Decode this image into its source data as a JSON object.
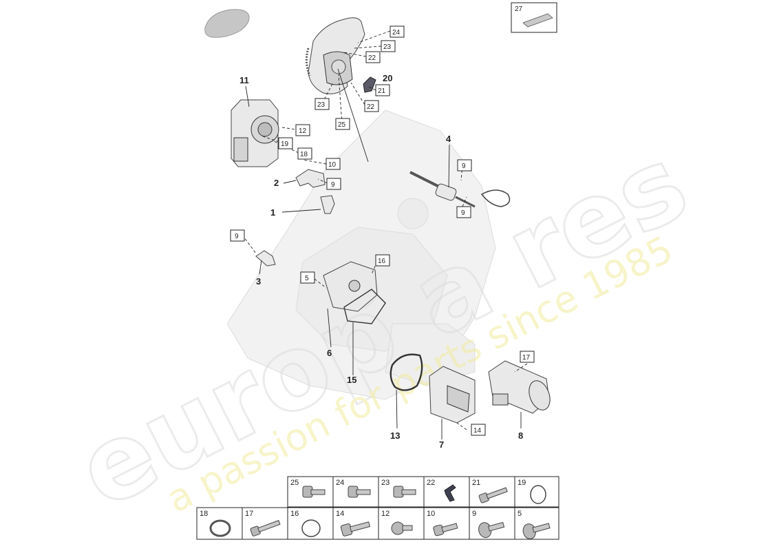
{
  "watermark": {
    "brand": "europ a res",
    "slogan": "a passion for parts since 1985"
  },
  "callouts": [
    {
      "id": "c1",
      "text": "1",
      "style": "bold"
    },
    {
      "id": "c2",
      "text": "2",
      "style": "bold"
    },
    {
      "id": "c3",
      "text": "3",
      "style": "bold"
    },
    {
      "id": "c4",
      "text": "4",
      "style": "bold"
    },
    {
      "id": "c5",
      "text": "5",
      "style": "box"
    },
    {
      "id": "c6",
      "text": "6",
      "style": "bold"
    },
    {
      "id": "c7",
      "text": "7",
      "style": "bold"
    },
    {
      "id": "c8",
      "text": "8",
      "style": "bold"
    },
    {
      "id": "c9a",
      "text": "9",
      "style": "box"
    },
    {
      "id": "c9b",
      "text": "9",
      "style": "box"
    },
    {
      "id": "c9c",
      "text": "9",
      "style": "box"
    },
    {
      "id": "c9d",
      "text": "9",
      "style": "box"
    },
    {
      "id": "c10",
      "text": "10",
      "style": "box"
    },
    {
      "id": "c11",
      "text": "11",
      "style": "bold"
    },
    {
      "id": "c12",
      "text": "12",
      "style": "box"
    },
    {
      "id": "c13",
      "text": "13",
      "style": "bold"
    },
    {
      "id": "c14",
      "text": "14",
      "style": "box"
    },
    {
      "id": "c15",
      "text": "15",
      "style": "bold"
    },
    {
      "id": "c16",
      "text": "16",
      "style": "box"
    },
    {
      "id": "c17",
      "text": "17",
      "style": "box"
    },
    {
      "id": "c18",
      "text": "18",
      "style": "box"
    },
    {
      "id": "c19",
      "text": "19",
      "style": "box"
    },
    {
      "id": "c20",
      "text": "20",
      "style": "bold"
    },
    {
      "id": "c21",
      "text": "21",
      "style": "box"
    },
    {
      "id": "c22a",
      "text": "22",
      "style": "box"
    },
    {
      "id": "c22b",
      "text": "22",
      "style": "box"
    },
    {
      "id": "c23a",
      "text": "23",
      "style": "box"
    },
    {
      "id": "c23b",
      "text": "23",
      "style": "box"
    },
    {
      "id": "c24",
      "text": "24",
      "style": "box"
    },
    {
      "id": "c25",
      "text": "25",
      "style": "box"
    },
    {
      "id": "c27",
      "text": "27",
      "style": "box"
    }
  ],
  "hardware_table": {
    "top_row": [
      {
        "label": "25",
        "icon": "bolt-icon"
      },
      {
        "label": "24",
        "icon": "bolt-icon"
      },
      {
        "label": "23",
        "icon": "bolt-icon"
      },
      {
        "label": "22",
        "icon": "clip-icon"
      },
      {
        "label": "21",
        "icon": "long-bolt-icon"
      },
      {
        "label": "19",
        "icon": "o-ring-icon"
      }
    ],
    "bottom_row": [
      {
        "label": "18",
        "icon": "washer-icon"
      },
      {
        "label": "17",
        "icon": "long-bolt-icon"
      },
      {
        "label": "16",
        "icon": "o-ring-icon"
      },
      {
        "label": "14",
        "icon": "bolt-icon"
      },
      {
        "label": "12",
        "icon": "short-bolt-icon"
      },
      {
        "label": "10",
        "icon": "bolt-icon"
      },
      {
        "label": "9",
        "icon": "flange-bolt-icon"
      },
      {
        "label": "5",
        "icon": "flange-bolt-icon"
      }
    ]
  }
}
